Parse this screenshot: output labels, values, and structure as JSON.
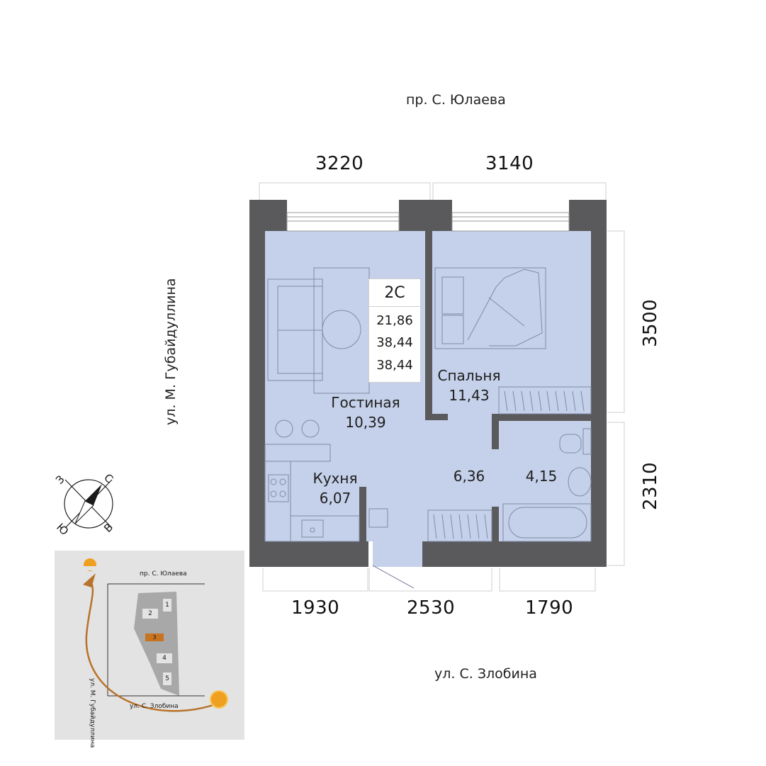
{
  "streets": {
    "north": "пр. С. Юлаева",
    "south": "ул. С. Злобина",
    "west": "ул. М. Губайдуллина"
  },
  "dimensions": {
    "top": [
      "3220",
      "3140"
    ],
    "bottom": [
      "1930",
      "2530",
      "1790"
    ],
    "right": [
      "3500",
      "2310"
    ]
  },
  "badge": {
    "type": "2С",
    "values": [
      "21,86",
      "38,44",
      "38,44"
    ]
  },
  "rooms": [
    {
      "name": "Гостиная",
      "area": "10,39"
    },
    {
      "name": "Спальня",
      "area": "11,43"
    },
    {
      "name": "Кухня",
      "area": "6,07"
    },
    {
      "name": "",
      "area": "6,36"
    },
    {
      "name": "",
      "area": "4,15"
    }
  ],
  "compass": {
    "n": "С",
    "e": "В",
    "s": "Ю",
    "w": "З"
  },
  "minimap": {
    "north_street": "пр. С. Юлаева",
    "south_street": "ул. С. Злобина",
    "west_street": "ул. М. Губайдуллина",
    "sections": [
      "1",
      "2",
      "3",
      "4",
      "5"
    ],
    "highlighted_section": "3"
  },
  "colors": {
    "wall": "#5a5a5c",
    "floor": "#c5d1ea",
    "furniture_line": "#7f8aa3",
    "minimap_bg": "#e3e3e3",
    "building": "#a8a8a8",
    "highlight": "#c8731f",
    "sun_path": "#b8722a"
  }
}
